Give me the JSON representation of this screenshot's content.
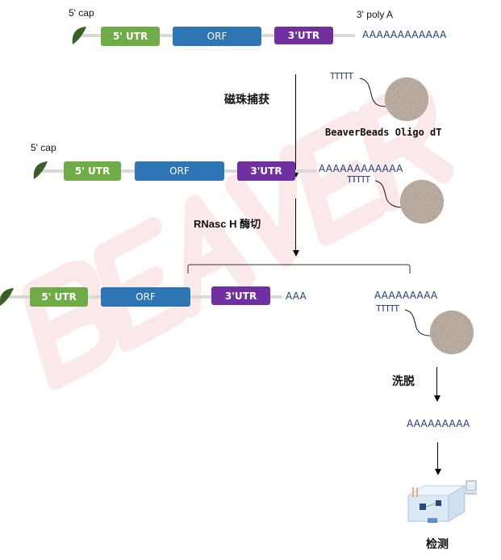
{
  "watermark": "BEAVER",
  "row1": {
    "cap_label": "5' cap",
    "polya_label": "3' poly A",
    "utr5": "5' UTR",
    "orf": "ORF",
    "utr3": "3'UTR",
    "polya": "AAAAAAAAAAAA"
  },
  "step1": {
    "label": "磁珠捕获",
    "oligo": "TTTTT",
    "bead_label": "BeaverBeads Oligo dT"
  },
  "row2": {
    "cap_label": "5' cap",
    "utr5": "5' UTR",
    "orf": "ORF",
    "utr3": "3'UTR",
    "polya": "AAAAAAAAAAAA",
    "oligo": "TTTTT"
  },
  "step2": {
    "label": "RNasc H 酶切"
  },
  "row3": {
    "utr5": "5' UTR",
    "orf": "ORF",
    "utr3": "3'UTR",
    "tail": "AAA",
    "polya": "AAAAAAAAA",
    "oligo": "TTTTT"
  },
  "step3": {
    "label": "洗脱",
    "polya": "AAAAAAAAA"
  },
  "step4": {
    "label": "检测"
  },
  "colors": {
    "utr5": "#6fac47",
    "orf": "#2e75b6",
    "utr3": "#7030a0",
    "cap": "#3a5e25",
    "polya": "#1f3d7a",
    "watermark": "#fbe9e9"
  }
}
